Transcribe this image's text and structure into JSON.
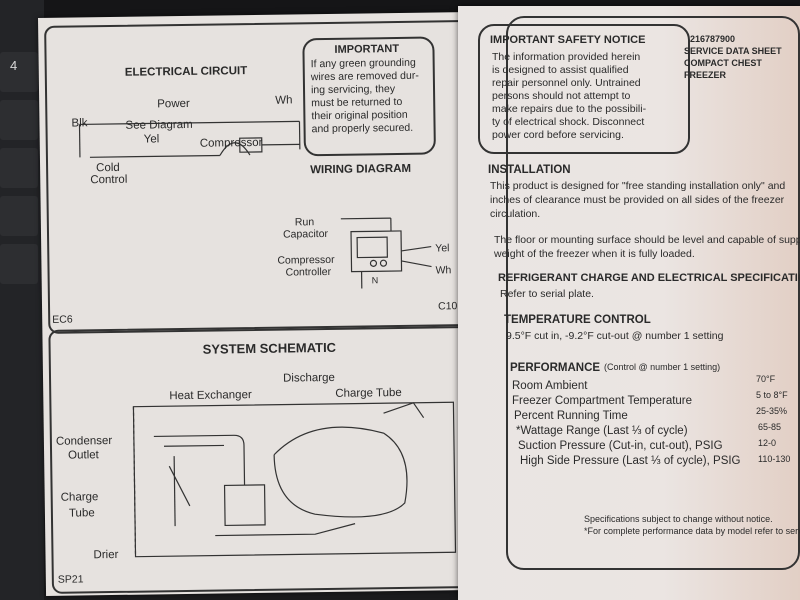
{
  "keyboard": {
    "key_label": "4"
  },
  "left_page": {
    "electrical_circuit": {
      "title": "ELECTRICAL CIRCUIT",
      "power": "Power",
      "wh": "Wh",
      "blk": "Blk",
      "see_diagram": "See Diagram",
      "yel": "Yel",
      "compressor": "Compressor",
      "cold": "Cold",
      "control": "Control",
      "code": "EC6"
    },
    "important": {
      "title": "IMPORTANT",
      "lines": [
        "If any green grounding",
        "wires are removed dur-",
        "ing servicing, they",
        "must be returned to",
        "their original position",
        "and properly secured."
      ]
    },
    "wiring_diagram": {
      "title": "WIRING DIAGRAM",
      "run": "Run",
      "capacitor": "Capacitor",
      "compressor": "Compressor",
      "controller": "Controller",
      "yel": "Yel",
      "wh": "Wh",
      "n": "N",
      "code": "C10"
    },
    "system_schematic": {
      "title": "SYSTEM SCHEMATIC",
      "heat_exchanger": "Heat Exchanger",
      "discharge": "Discharge",
      "charge_tube_top": "Charge Tube",
      "condenser": "Condenser",
      "outlet": "Outlet",
      "charge": "Charge",
      "tube": "Tube",
      "drier": "Drier",
      "code": "SP21"
    }
  },
  "right_page": {
    "safety": {
      "title": "IMPORTANT SAFETY NOTICE",
      "lines": [
        "The information provided herein",
        "is designed to assist qualified",
        "repair personnel only. Untrained",
        "persons should not attempt to",
        "make repairs due to the possibili-",
        "ty of electrical shock. Disconnect",
        "power cord before servicing."
      ]
    },
    "side_header": {
      "part_no": "216787900",
      "line1": "SERVICE DATA SHEET",
      "line2": "COMPACT CHEST",
      "line3": "FREEZER"
    },
    "installation": {
      "title": "INSTALLATION",
      "p1": [
        "This product is designed for \"free standing installation only\" and",
        "inches of clearance must be provided on all sides of the freezer",
        "circulation."
      ],
      "p2": [
        "The floor or mounting surface should be level and capable of suppor",
        "weight of the freezer when it is fully loaded."
      ]
    },
    "refrigerant": {
      "title": "REFRIGERANT CHARGE AND ELECTRICAL SPECIFICATIONS",
      "text": "Refer to serial plate."
    },
    "temperature": {
      "title": "TEMPERATURE CONTROL",
      "text": "9.5°F cut in, -9.2°F cut-out @ number 1 setting"
    },
    "performance": {
      "title": "PERFORMANCE",
      "subtitle": "(Control @ number 1 setting)",
      "rows": [
        {
          "label": "Room Ambient",
          "value": "70°F"
        },
        {
          "label": "Freezer Compartment Temperature",
          "value": "5 to 8°F"
        },
        {
          "label": "Percent Running Time",
          "value": "25-35%"
        },
        {
          "label": "*Wattage Range (Last ⅓ of cycle)",
          "value": "65-85"
        },
        {
          "label": "Suction Pressure (Cut-in, cut-out), PSIG",
          "value": "12-0"
        },
        {
          "label": "High Side Pressure (Last ⅓ of cycle), PSIG",
          "value": "110-130"
        }
      ]
    },
    "footer": {
      "line1": "Specifications subject to change without notice.",
      "line2": "*For complete performance data by model refer to service"
    }
  }
}
